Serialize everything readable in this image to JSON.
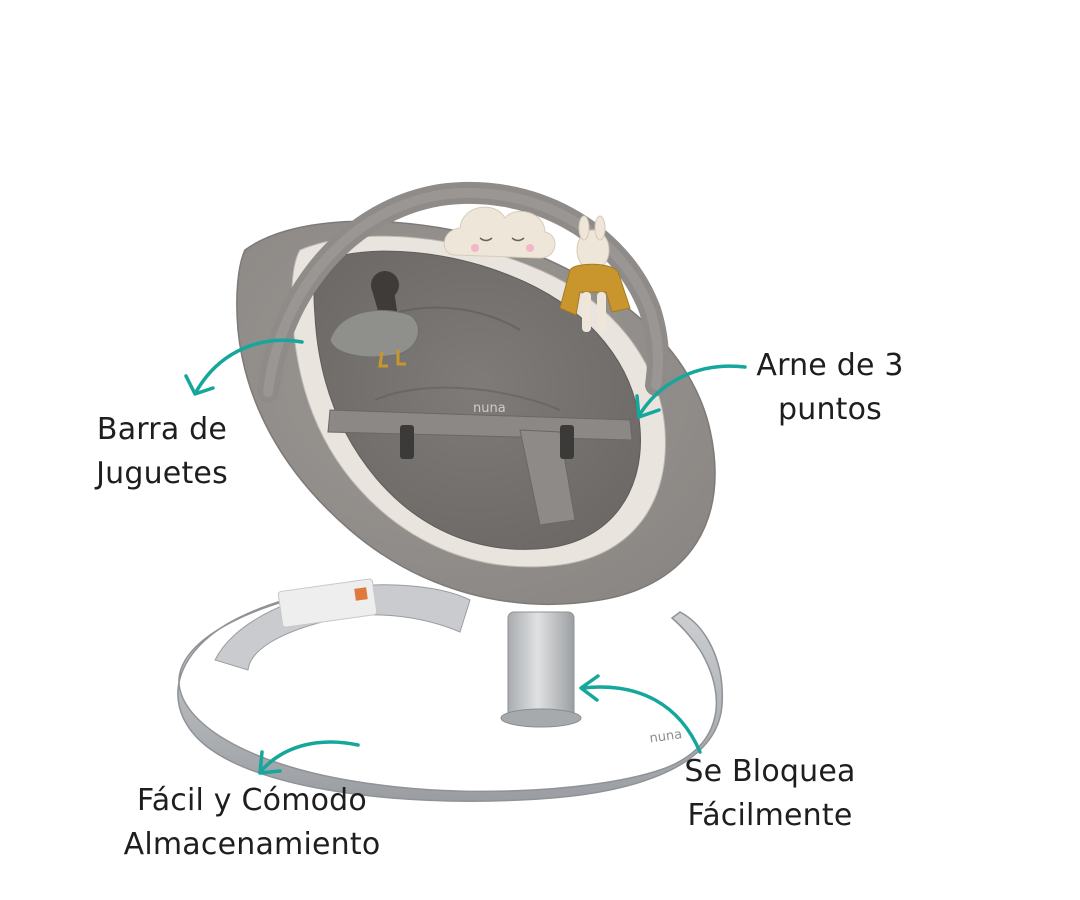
{
  "image": {
    "subject": "baby-rocker-seat",
    "background_color": "#ffffff",
    "accent_color": "#15a79b",
    "brand_marks": [
      "nuna",
      "nuna"
    ]
  },
  "callouts": {
    "toy_bar": {
      "line1": "Barra de",
      "line2": "Juguetes"
    },
    "harness": {
      "line1": "Arne de 3",
      "line2": "puntos"
    },
    "storage": {
      "line1": "Fácil y Cómodo",
      "line2": "Almacenamiento"
    },
    "lock": {
      "line1": "Se Bloquea",
      "line2": "Fácilmente"
    }
  }
}
